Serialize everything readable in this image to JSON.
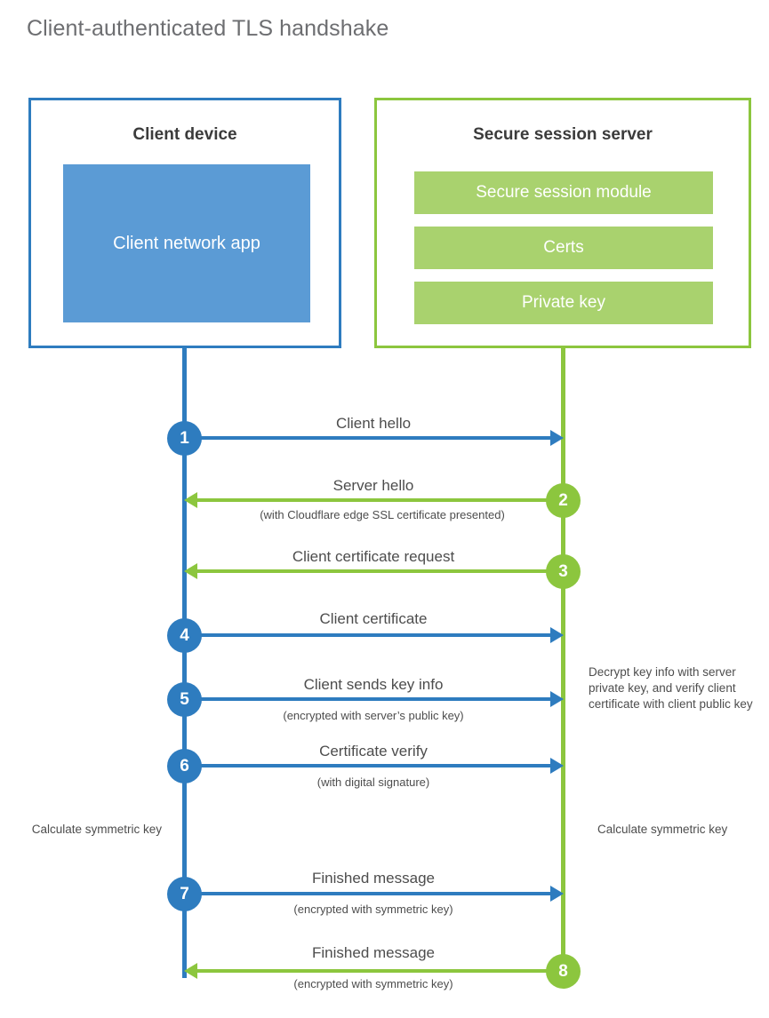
{
  "title": "Client-authenticated TLS handshake",
  "colors": {
    "client_blue": "#2e7cbf",
    "client_app_fill": "#5b9bd5",
    "server_green": "#8cc63e",
    "server_bar_fill": "#a9d26e",
    "text": "#4d4d4d"
  },
  "client": {
    "title": "Client device",
    "app_label": "Client network app"
  },
  "server": {
    "title": "Secure session server",
    "bars": [
      {
        "label": "Secure session module"
      },
      {
        "label": "Certs"
      },
      {
        "label": "Private key"
      }
    ]
  },
  "steps": [
    {
      "number": "1",
      "label": "Client hello",
      "sub": "",
      "direction": "right",
      "color": "blue"
    },
    {
      "number": "2",
      "label": "Server hello",
      "sub": "(with Cloudflare edge SSL certificate presented)",
      "direction": "left",
      "color": "green"
    },
    {
      "number": "3",
      "label": "Client certificate request",
      "sub": "",
      "direction": "left",
      "color": "green"
    },
    {
      "number": "4",
      "label": "Client certificate",
      "sub": "",
      "direction": "right",
      "color": "blue"
    },
    {
      "number": "5",
      "label": "Client sends key info",
      "sub": "(encrypted with server’s public key)",
      "direction": "right",
      "color": "blue"
    },
    {
      "number": "6",
      "label": "Certificate verify",
      "sub": "(with digital signature)",
      "direction": "right",
      "color": "blue"
    },
    {
      "number": "7",
      "label": "Finished message",
      "sub": "(encrypted with symmetric key)",
      "direction": "right",
      "color": "blue"
    },
    {
      "number": "8",
      "label": "Finished message",
      "sub": "(encrypted with symmetric key)",
      "direction": "left",
      "color": "green"
    }
  ],
  "notes": {
    "server_decrypt": "Decrypt key info with server private key, and verify client certificate with client public key",
    "client_calc": "Calculate symmetric key",
    "server_calc": "Calculate symmetric key"
  }
}
